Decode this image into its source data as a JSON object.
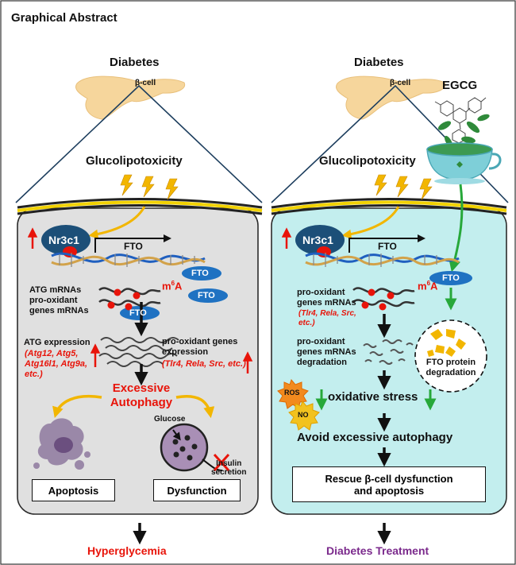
{
  "header": {
    "title": "Graphical Abstract"
  },
  "left": {
    "title": "Diabetes",
    "beta_cell": "β-cell",
    "glucolipotoxicity": "Glucolipotoxicity",
    "receptor": "Nr3c1",
    "gene_fto": "FTO",
    "fto_protein_1": "FTO",
    "fto_protein_2": "FTO",
    "fto_protein_3": "FTO",
    "atg_mrnas_1": "ATG mRNAs",
    "atg_mrnas_2": "pro-oxidant",
    "atg_mrnas_3": "genes mRNAs",
    "m6a_prefix": "m",
    "m6a_sup": "6",
    "m6a_suffix": "A",
    "atg_expression_label": "ATG expression",
    "atg_genes_1": "(Atg12, Atg5,",
    "atg_genes_2": "Atg16l1, Atg9a,",
    "atg_genes_3": "etc.)",
    "prooxidant_label_1": "pro-oxidant genes",
    "prooxidant_label_2": "expression",
    "prooxidant_genes": "(Tlr4, Rela, Src,  etc.)",
    "excessive_1": "Excessive",
    "excessive_2": "Autophagy",
    "glucose": "Glucose",
    "insulin_1": "Insulin",
    "insulin_2": "secretion",
    "apoptosis": "Apoptosis",
    "dysfunction": "Dysfunction",
    "outcome": "Hyperglycemia"
  },
  "right": {
    "title": "Diabetes",
    "beta_cell": "β-cell",
    "egcg": "EGCG",
    "glucolipotoxicity": "Glucolipotoxicity",
    "receptor": "Nr3c1",
    "gene_fto": "FTO",
    "fto_protein": "FTO",
    "prooxidant_mrnas_1": "pro-oxidant",
    "prooxidant_mrnas_2": "genes mRNAs",
    "prooxidant_genes_1": "(Tlr4, Rela, Src,",
    "prooxidant_genes_2": "etc.)",
    "m6a_prefix": "m",
    "m6a_sup": "6",
    "m6a_suffix": "A",
    "degradation_1": "pro-oxidant",
    "degradation_2": "genes mRNAs",
    "degradation_3": "degradation",
    "fto_degradation_1": "FTO protein",
    "fto_degradation_2": "degradation",
    "ros": "ROS",
    "no": "NO",
    "oxidative_stress": "oxidative stress",
    "avoid": "Avoid excessive autophagy",
    "rescue_1": "Rescue β-cell dysfunction",
    "rescue_2": "and apoptosis",
    "outcome": "Diabetes Treatment"
  },
  "colors": {
    "left_panel": "#e0e0e0",
    "right_panel": "#c3eeee",
    "red": "#e8140a",
    "green": "#27a83a",
    "orange_arrow": "#f2b600",
    "fto_blue": "#1f72c2",
    "receptor": "#1c4f78",
    "outcome_red": "#e8140a",
    "outcome_purple": "#7b2a8c"
  },
  "icons": [
    "pancreas-icon",
    "lightning-icon",
    "dna-icon",
    "mrna-icon",
    "apoptotic-cell-icon",
    "beta-cell-icon",
    "tea-cup-icon",
    "egcg-molecule-icon",
    "ros-burst-icon",
    "no-burst-icon"
  ]
}
